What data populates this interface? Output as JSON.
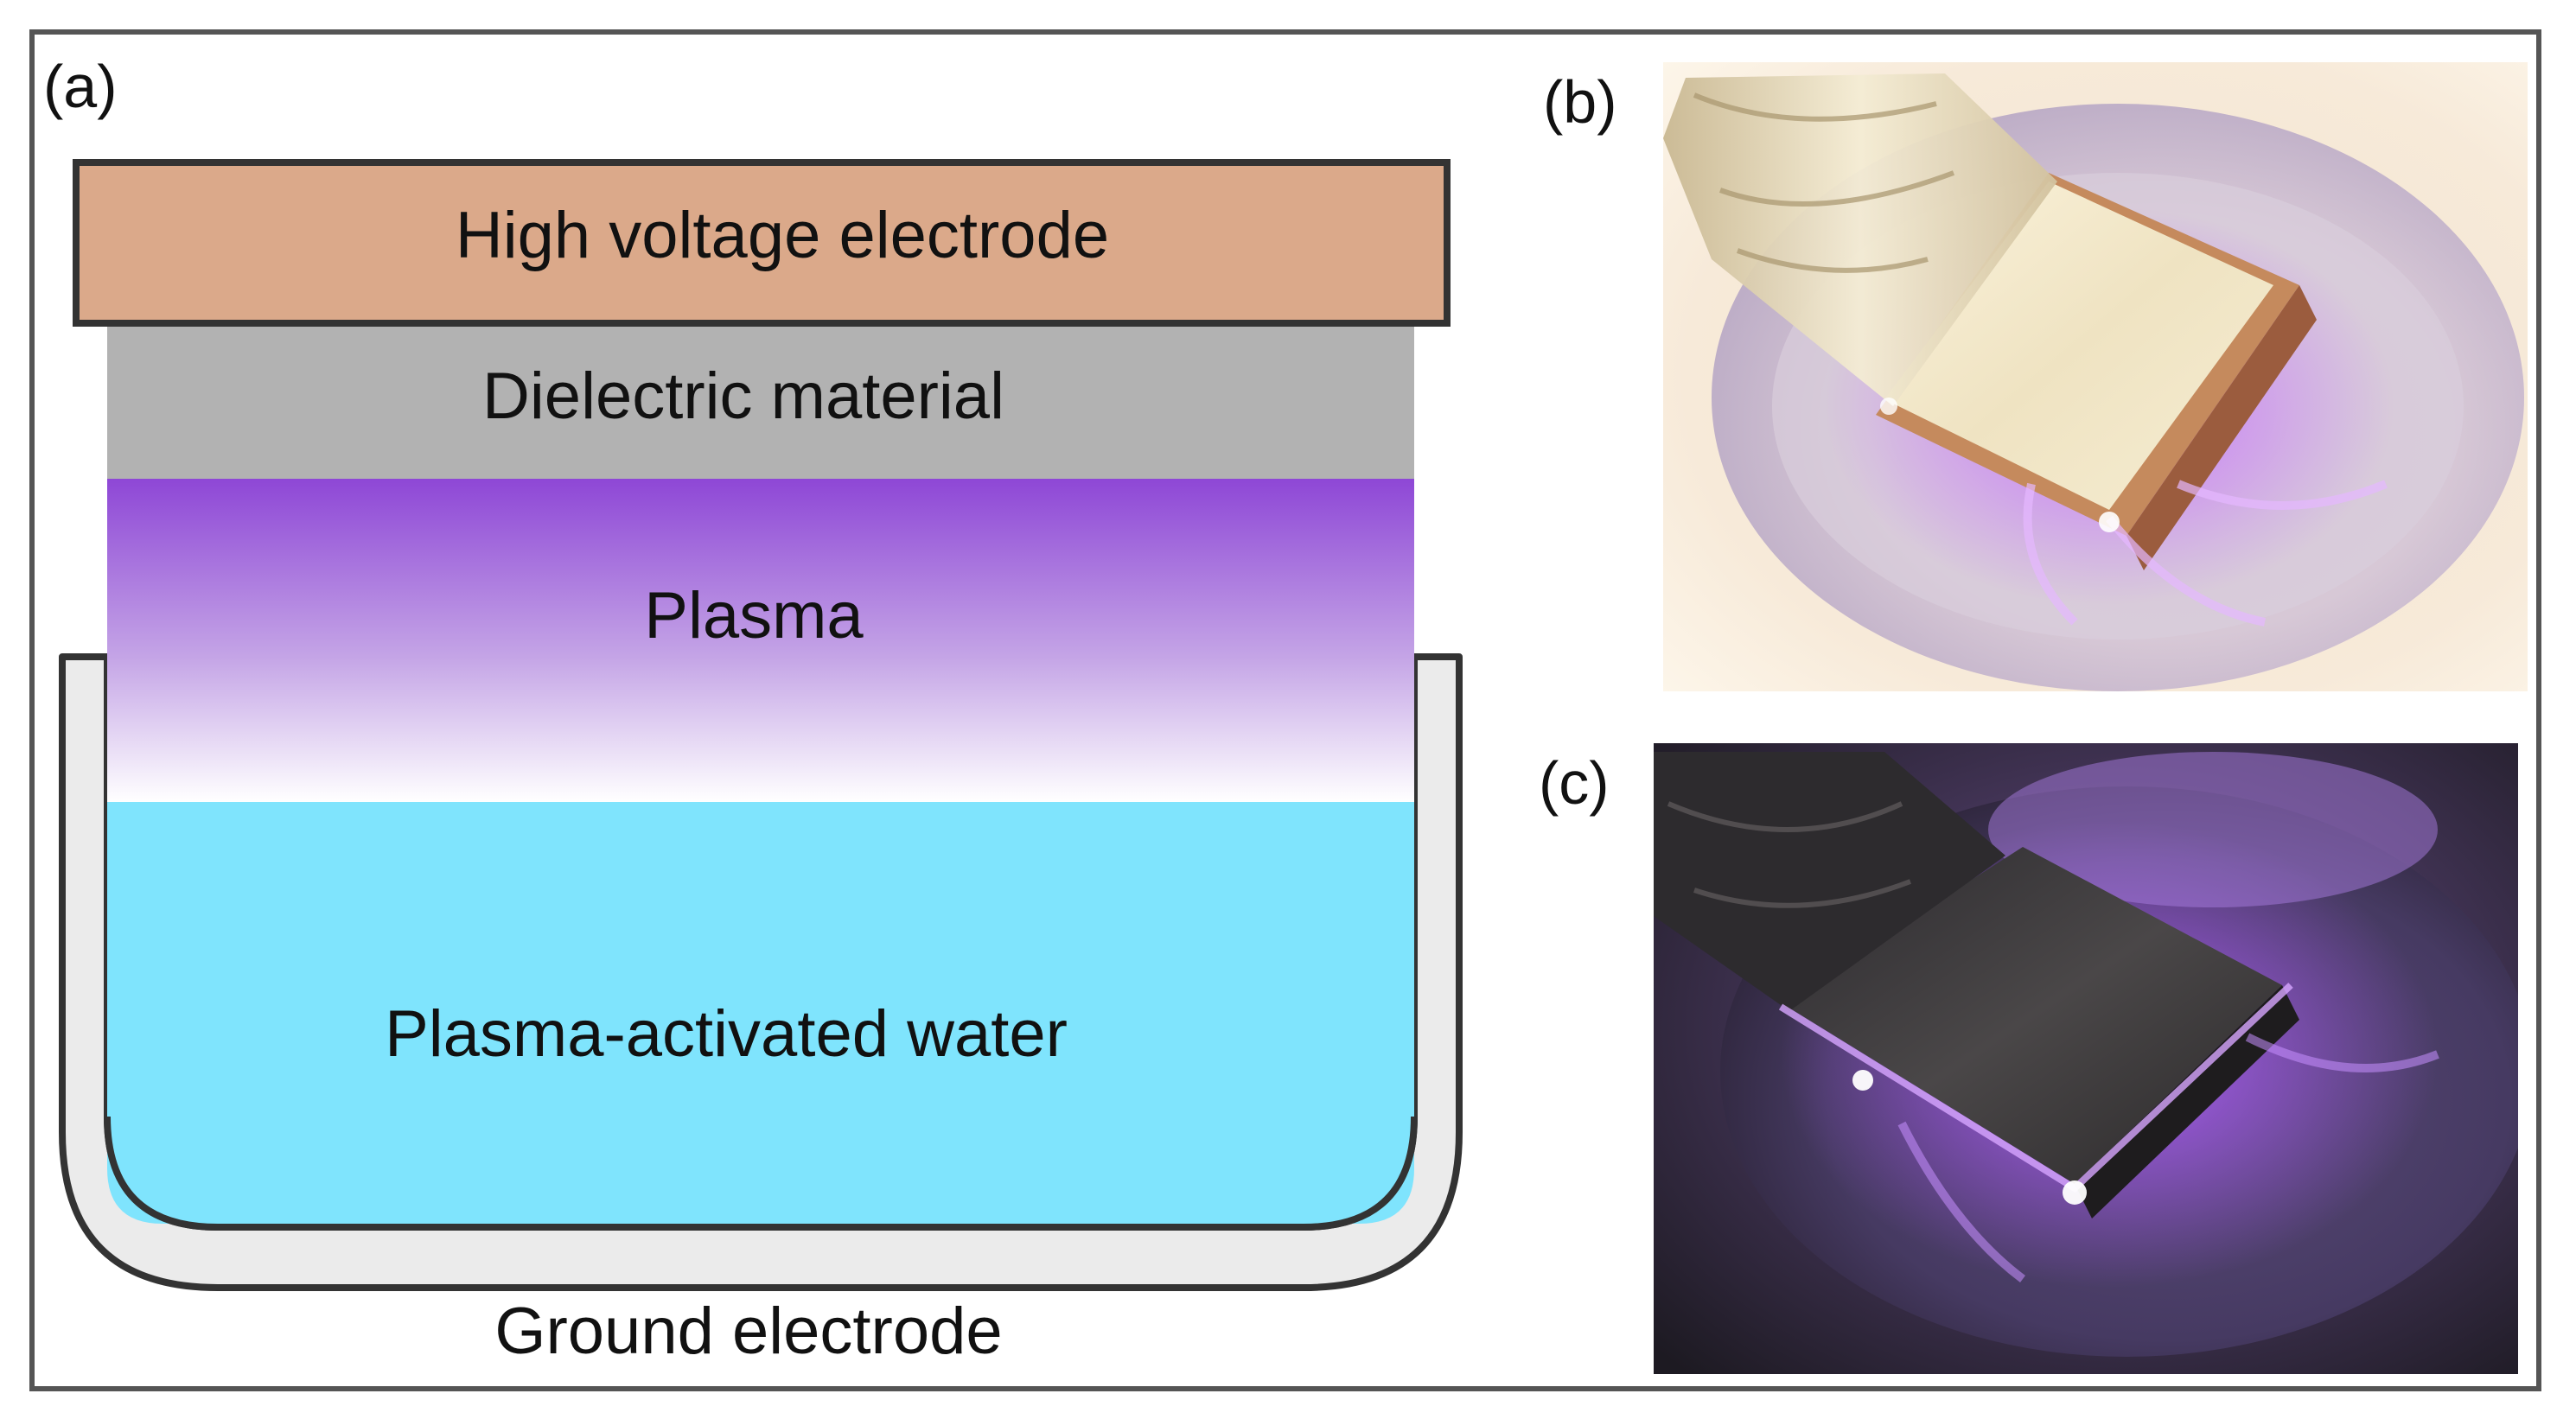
{
  "panels": {
    "a": {
      "label": "(a)",
      "layers": {
        "high_voltage_electrode": "High voltage electrode",
        "dielectric_material": "Dielectric material",
        "plasma": "Plasma",
        "plasma_activated_water": "Plasma-activated water",
        "ground_electrode": "Ground electrode"
      }
    },
    "b": {
      "label": "(b)"
    },
    "c": {
      "label": "(c)"
    }
  },
  "colors": {
    "electrode": "#dba98a",
    "dielectric": "#b2b2b2",
    "plasma_top": "#8e47d6",
    "plasma_bottom": "#ffffff",
    "water": "#7fe4fd",
    "ground": "#ebebeb",
    "outline": "#333333"
  }
}
